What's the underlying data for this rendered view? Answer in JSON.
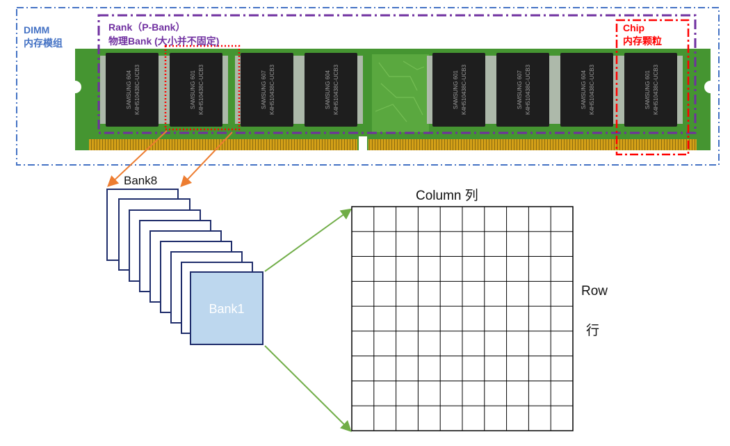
{
  "labels": {
    "dimm_en": "DIMM",
    "dimm_cn": "内存模组",
    "rank_line1": "Rank（P-Bank）",
    "rank_line2": "物理Bank (大小并不固定)",
    "chip_line1": "Chip",
    "chip_line2": "内存颗粒",
    "bank8": "Bank8",
    "bank1": "Bank1",
    "column": "Column  列",
    "row": "Row",
    "row_cn": "行"
  },
  "chip_markings": {
    "brand": "SAMSUNG",
    "part": "K4H510438C-UCB3",
    "codes": [
      "604",
      "601",
      "607"
    ]
  },
  "grid": {
    "rows": 9,
    "columns": 10
  },
  "colors": {
    "dimm_box": "#4472c4",
    "rank_box": "#7030a0",
    "chip_box": "#ff0000",
    "bank_arrows": "#ed7d31",
    "grid_arrows": "#70ad47",
    "bank1_fill": "#bdd7ee",
    "stack_border": "#1f2d6b"
  }
}
